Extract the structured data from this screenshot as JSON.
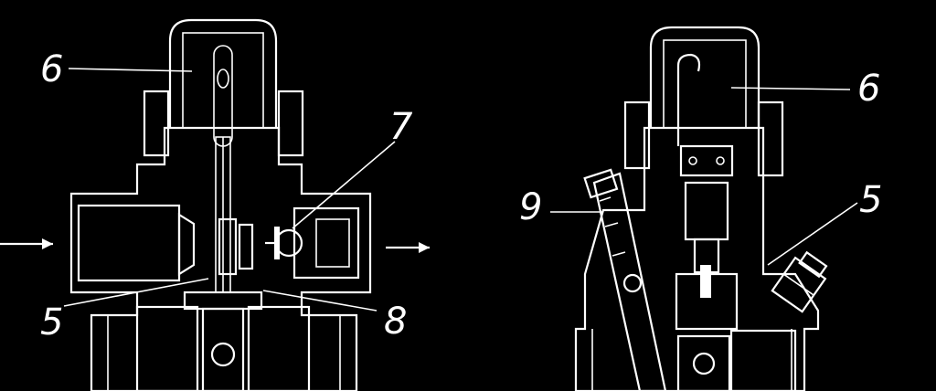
{
  "labels": {
    "left_top": "6",
    "left_right_upper": "7",
    "left_lower": "5",
    "left_right_lower": "8",
    "right_top": "6",
    "right_left": "9",
    "right_mid": "5"
  },
  "colors": {
    "background": "#000000",
    "line": "#ffffff",
    "stipple": "#d9d9d9"
  },
  "icons": {
    "flow_in": "arrow-right-icon",
    "flow_out": "arrow-right-icon"
  }
}
